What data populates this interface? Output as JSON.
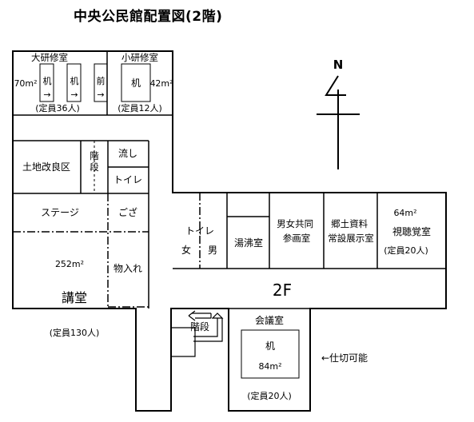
{
  "title": "中央公民館配置図(2階)",
  "floor_label": "2F",
  "compass": {
    "north": "N"
  },
  "rooms": {
    "large_training": {
      "name": "大研修室",
      "area": "70m²",
      "desk": "机",
      "front": "前",
      "arrow": "→",
      "capacity": "(定員36人)"
    },
    "small_training": {
      "name": "小研修室",
      "area": "42m²",
      "desk": "机",
      "capacity": "(定員12人)"
    },
    "soil_improvement": {
      "name": "土地改良区"
    },
    "stairs_upper": {
      "name": "階段"
    },
    "sink": {
      "name": "流し"
    },
    "toilet_upper": {
      "name": "トイレ"
    },
    "stage": {
      "name": "ステージ"
    },
    "mat": {
      "name": "ござ"
    },
    "hall": {
      "name": "講堂",
      "area": "252m²",
      "capacity": "(定員130人)"
    },
    "storage": {
      "name": "物入れ"
    },
    "toilet_lower": {
      "name": "トイレ",
      "female": "女",
      "male": "男"
    },
    "boiler": {
      "name": "湯沸室"
    },
    "joint_planning": {
      "name": "男女共同参画室"
    },
    "local_history": {
      "name": "郷土資料常設展示室"
    },
    "av_room": {
      "name": "視聴覚室",
      "area": "64m²",
      "capacity": "(定員20人)"
    },
    "stairs_lower": {
      "name": "階段"
    },
    "meeting": {
      "name": "会議室",
      "desk": "机",
      "area": "84m²",
      "capacity": "(定員20人)"
    }
  },
  "partition_note": "←仕切可能",
  "colors": {
    "line": "#000000",
    "background": "#ffffff"
  }
}
